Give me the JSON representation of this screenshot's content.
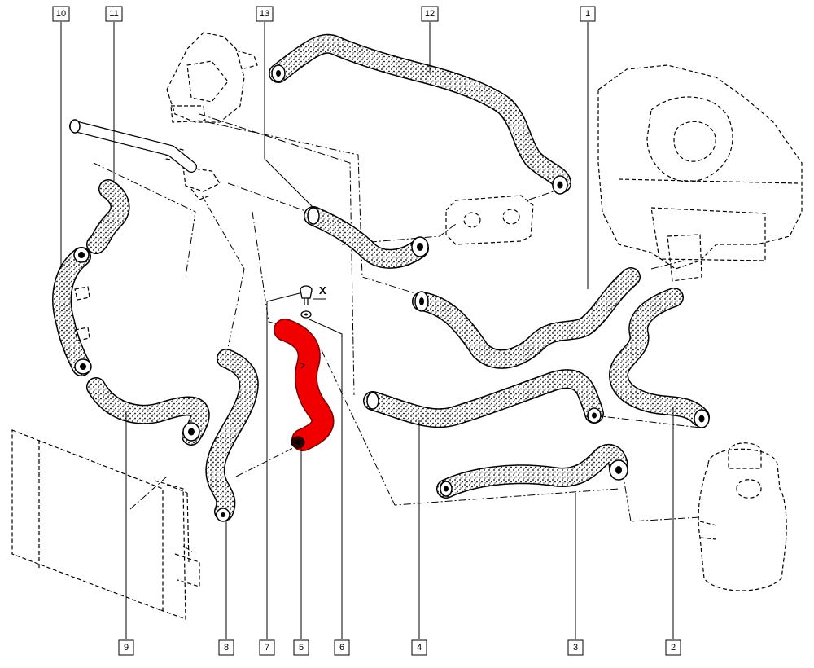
{
  "callouts": [
    {
      "id": "c1",
      "label": "1"
    },
    {
      "id": "c2",
      "label": "2"
    },
    {
      "id": "c3",
      "label": "3"
    },
    {
      "id": "c4",
      "label": "4"
    },
    {
      "id": "c5",
      "label": "5"
    },
    {
      "id": "c6",
      "label": "6"
    },
    {
      "id": "c7",
      "label": "7"
    },
    {
      "id": "c8",
      "label": "8"
    },
    {
      "id": "c9",
      "label": "9"
    },
    {
      "id": "c10",
      "label": "10"
    },
    {
      "id": "c11",
      "label": "11"
    },
    {
      "id": "c12",
      "label": "12"
    },
    {
      "id": "c13",
      "label": "13"
    }
  ],
  "fastener_label": "X",
  "colors": {
    "highlight": "#f00000",
    "line": "#000000",
    "background": "#ffffff"
  }
}
